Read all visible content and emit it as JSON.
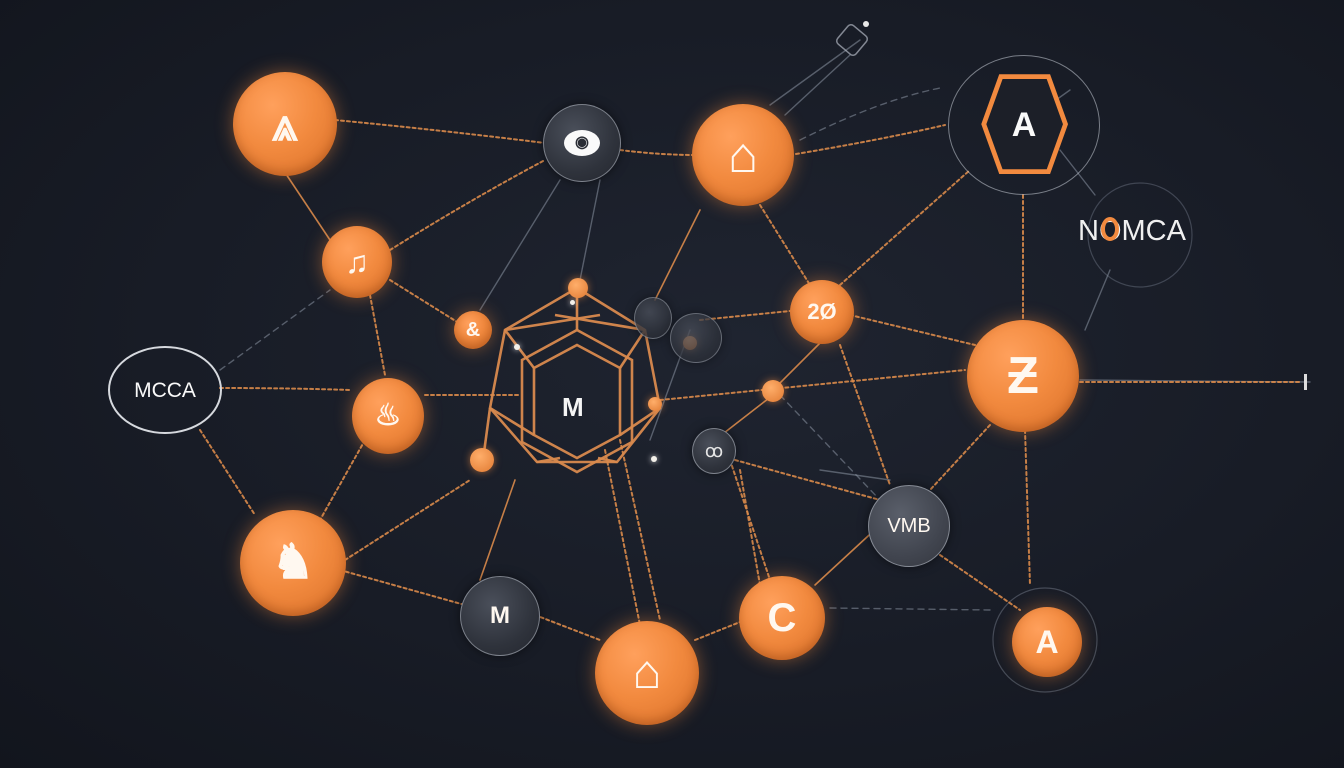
{
  "diagram": {
    "type": "network-graph",
    "background_color": "#181c26",
    "accent_color": "#f28a3f",
    "dark_node_color": "#2f333c",
    "edge_color": "#d9894a",
    "central_hub": {
      "label": "M",
      "shape": "hexagon-in-polyhedron"
    },
    "text_labels": {
      "left_badge": "MCCA",
      "right_label": "NOMCA",
      "dark_node_vmb": "VMB",
      "dark_node_m": "M",
      "top_right_hex": "A",
      "bottom_right_node": "A"
    },
    "nodes": [
      {
        "id": "n1",
        "style": "orange",
        "glyph": "mountain-a-icon",
        "symbol": "⩓"
      },
      {
        "id": "n2",
        "style": "dark",
        "glyph": "eye-icon",
        "symbol": "◉"
      },
      {
        "id": "n3",
        "style": "orange",
        "glyph": "bag-icon",
        "symbol": "⌂"
      },
      {
        "id": "n4",
        "style": "ring-hex",
        "glyph": "letter-a",
        "symbol": "A"
      },
      {
        "id": "n5",
        "style": "orange",
        "glyph": "music-note-icon",
        "symbol": "♫"
      },
      {
        "id": "n6",
        "style": "orange",
        "glyph": "ampersand-icon",
        "symbol": "&"
      },
      {
        "id": "n7",
        "style": "ring",
        "glyph": "text",
        "symbol": "MCCA"
      },
      {
        "id": "n8",
        "style": "orange",
        "glyph": "figure-icon",
        "symbol": "♨"
      },
      {
        "id": "n9",
        "style": "orange",
        "glyph": "glyph-20",
        "symbol": "2Ø"
      },
      {
        "id": "n10",
        "style": "orange",
        "glyph": "glyph-z",
        "symbol": "Ƶ"
      },
      {
        "id": "n11",
        "style": "dark",
        "glyph": "loop-icon",
        "symbol": "ꝏ"
      },
      {
        "id": "n12",
        "style": "dark",
        "glyph": "text",
        "symbol": "VMB"
      },
      {
        "id": "n13",
        "style": "orange",
        "glyph": "animal-icon",
        "symbol": "♞"
      },
      {
        "id": "n14",
        "style": "dark",
        "glyph": "letter-m",
        "symbol": "M"
      },
      {
        "id": "n15",
        "style": "orange",
        "glyph": "house-icon",
        "symbol": "⌂"
      },
      {
        "id": "n16",
        "style": "orange",
        "glyph": "letter-c",
        "symbol": "C"
      },
      {
        "id": "n17",
        "style": "orange",
        "glyph": "letter-a",
        "symbol": "A"
      }
    ]
  }
}
